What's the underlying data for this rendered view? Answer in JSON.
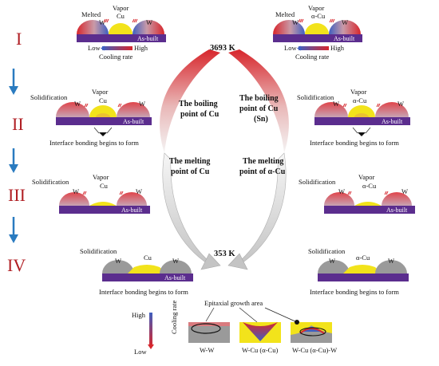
{
  "stages": [
    "I",
    "II",
    "III",
    "IV"
  ],
  "labels": {
    "melted": "Melted",
    "vapor": "Vapor",
    "solidification": "Solidification",
    "w": "W",
    "cu": "Cu",
    "alpha_cu": "α-Cu",
    "as_built": "As-built",
    "interface": "Interface bonding begins to form",
    "low": "Low",
    "high": "High",
    "cooling_rate": "Cooling rate"
  },
  "center": {
    "top_temp": "3693 K",
    "bottom_temp": "353 K",
    "boiling_cu_l1": "The boiling",
    "boiling_cu_l2": "point of Cu",
    "boiling_sn_l1": "The boiling",
    "boiling_sn_l2": "point of Cu",
    "boiling_sn_l3": "(Sn)",
    "melting_cu_l1": "The melting",
    "melting_cu_l2": "point of Cu",
    "melting_acu_l1": "The melting",
    "melting_acu_l2": "point of α-Cu"
  },
  "legend": {
    "epitaxial": "Epitaxial growth area",
    "high": "High",
    "low": "Low",
    "cooling_rate": "Cooling rate",
    "ww": "W-W",
    "wcu": "W-Cu (α-Cu)",
    "wcuw": "W-Cu (α-Cu)-W"
  },
  "colors": {
    "roman": "#b01e23",
    "arrow_blue": "#2a7bc0",
    "substrate": "#5b2d8e",
    "cu_yellow": "#f2e31b",
    "hot_red": "#d7262c",
    "cool_blue": "#3f5fc0",
    "solid_gray": "#9a9a9a"
  }
}
